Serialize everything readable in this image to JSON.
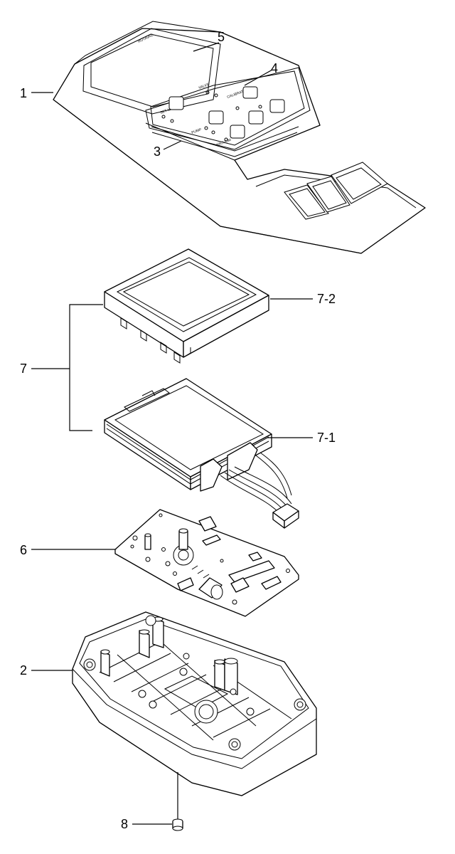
{
  "callouts": [
    {
      "key": "1",
      "label": "1"
    },
    {
      "key": "2",
      "label": "2"
    },
    {
      "key": "3",
      "label": "3"
    },
    {
      "key": "4",
      "label": "4"
    },
    {
      "key": "5",
      "label": "5"
    },
    {
      "key": "6",
      "label": "6"
    },
    {
      "key": "7",
      "label": "7"
    },
    {
      "key": "7-1",
      "label": "7-1"
    },
    {
      "key": "7-2",
      "label": "7-2"
    },
    {
      "key": "8",
      "label": "8"
    }
  ]
}
